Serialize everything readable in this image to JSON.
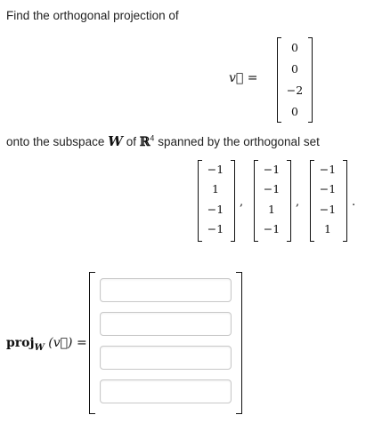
{
  "problem": {
    "intro_text": "Find the orthogonal projection of",
    "onto_text": "onto the subspace",
    "subspace_var": "W",
    "of_text": "of",
    "space_symbol": "ℝ",
    "space_exponent": "4",
    "spanned_text": "spanned by the orthogonal set",
    "vector_label": "v⃗ =",
    "vector_v": [
      "0",
      "0",
      "−2",
      "0"
    ],
    "basis": [
      [
        "−1",
        "1",
        "−1",
        "−1"
      ],
      [
        "−1",
        "−1",
        "1",
        "−1"
      ],
      [
        "−1",
        "−1",
        "−1",
        "1"
      ]
    ],
    "separator": ",",
    "end_period": "."
  },
  "answer": {
    "label_proj": "proj",
    "label_sub": "W",
    "label_arg": "(v⃗) =",
    "inputs": [
      {
        "value": "",
        "placeholder": ""
      },
      {
        "value": "",
        "placeholder": ""
      },
      {
        "value": "",
        "placeholder": ""
      },
      {
        "value": "",
        "placeholder": ""
      }
    ]
  }
}
